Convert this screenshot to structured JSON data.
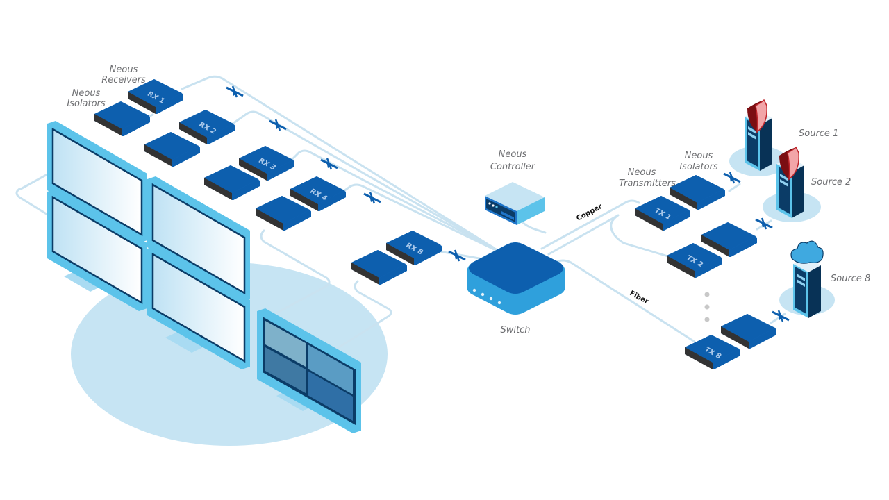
{
  "labels": {
    "receivers_title_1": "Neous",
    "receivers_title_2": "Receivers",
    "rx_isolators_title_1": "Neous",
    "rx_isolators_title_2": "Isolators",
    "controller_title_1": "Neous",
    "controller_title_2": "Controller",
    "transmitters_title_1": "Neous",
    "transmitters_title_2": "Transmitters",
    "tx_isolators_title_1": "Neous",
    "tx_isolators_title_2": "Isolators",
    "switch": "Switch",
    "copper": "Copper",
    "fiber": "Fiber"
  },
  "receivers": [
    "RX 1",
    "RX 2",
    "RX 3",
    "RX 4",
    "RX 8"
  ],
  "transmitters": [
    "TX 1",
    "TX 2",
    "TX 8"
  ],
  "sources": [
    {
      "name": "Source 1",
      "badge": "shield-icon"
    },
    {
      "name": "Source 2",
      "badge": "shield-icon"
    },
    {
      "name": "Source 8",
      "badge": "cloud-icon"
    }
  ],
  "colors": {
    "device_blue": "#0d5fae",
    "device_edge": "#2f2f2f",
    "cable": "#c9e2f0",
    "accent_light": "#c6e4f3",
    "monitor_frame": "#5cc3ea",
    "shield_red": "#c0272d"
  }
}
